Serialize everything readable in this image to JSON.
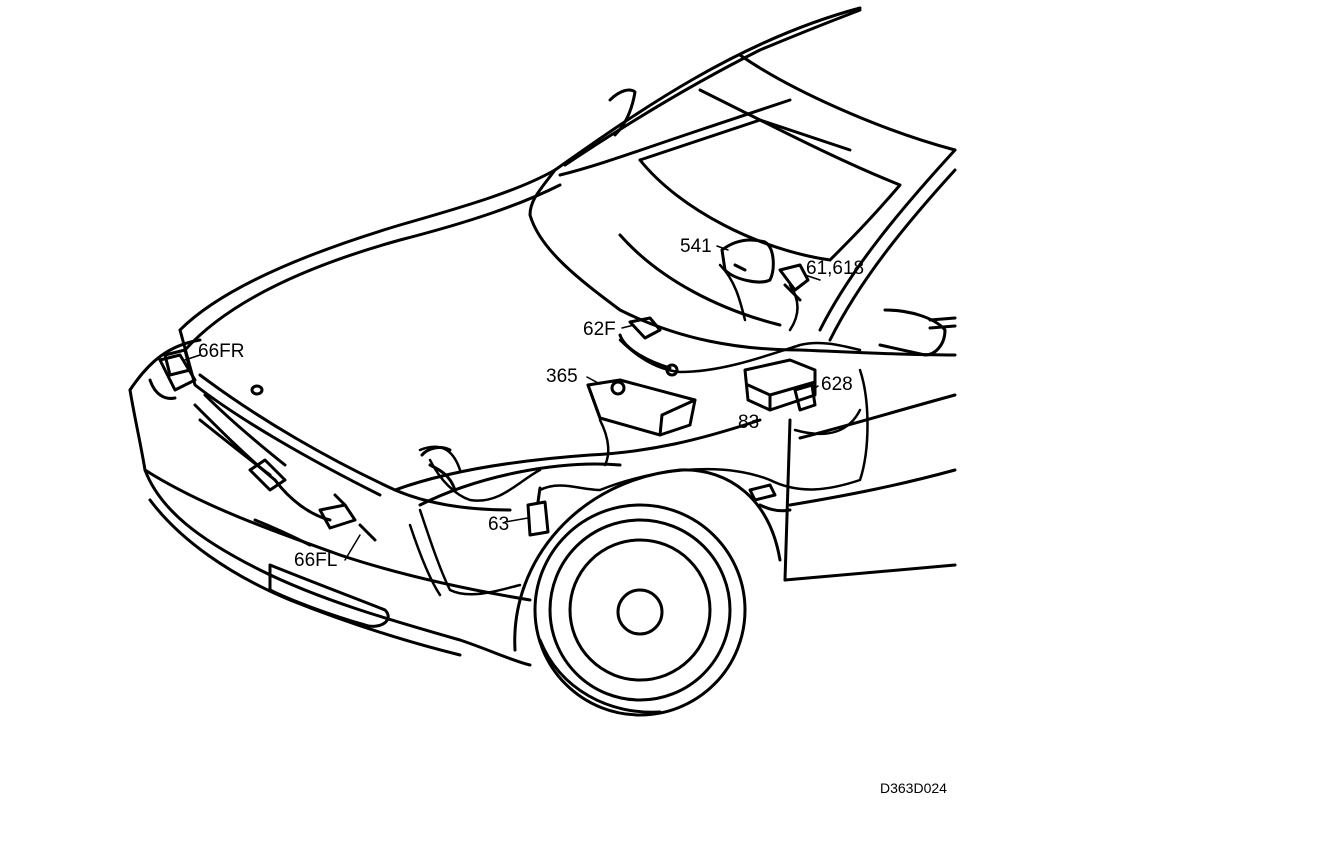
{
  "callouts": {
    "c541": "541",
    "c61618": "61,618",
    "c62f": "62F",
    "c365": "365",
    "c628": "628",
    "c83": "83",
    "c66fr": "66FR",
    "c63": "63",
    "c66fl": "66FL"
  },
  "figure_code": "D363D024",
  "colors": {
    "line": "#000000",
    "background": "#ffffff"
  }
}
